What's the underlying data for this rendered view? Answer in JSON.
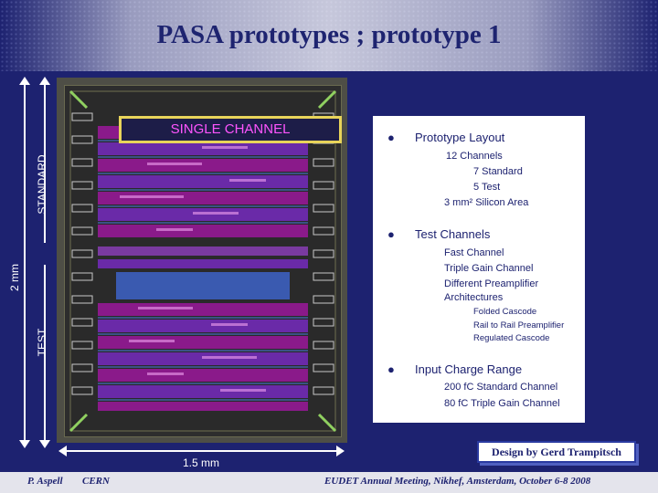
{
  "title": "PASA prototypes ; prototype 1",
  "labels": {
    "standard": "STANDARD",
    "test": "TEST",
    "height": "2 mm",
    "width": "1.5 mm",
    "single_channel": "SINGLE CHANNEL"
  },
  "bullets": [
    {
      "heading": "Prototype Layout",
      "lines": [
        "12 Channels",
        "7 Standard",
        "5 Test",
        "3 mm² Silicon Area"
      ]
    },
    {
      "heading": "Test Channels",
      "lines": [
        "Fast Channel",
        "Triple Gain Channel",
        "Different Preamplifier",
        "Architectures"
      ],
      "sublines": [
        "Folded Cascode",
        "Rail to Rail Preamplifier",
        "Regulated Cascode"
      ]
    },
    {
      "heading": "Input Charge Range",
      "lines": [
        "200 fC Standard Channel",
        "80 fC Triple Gain Channel"
      ]
    }
  ],
  "credit": "Design by Gerd Trampitsch",
  "footer": {
    "author": "P. Aspell",
    "org": "CERN",
    "event": "EUDET Annual Meeting, Nikhef, Amsterdam, October 6-8 2008"
  },
  "colors": {
    "background": "#1d2270",
    "highlight": "#e8d45a",
    "channel_label": "#ff55ff"
  }
}
